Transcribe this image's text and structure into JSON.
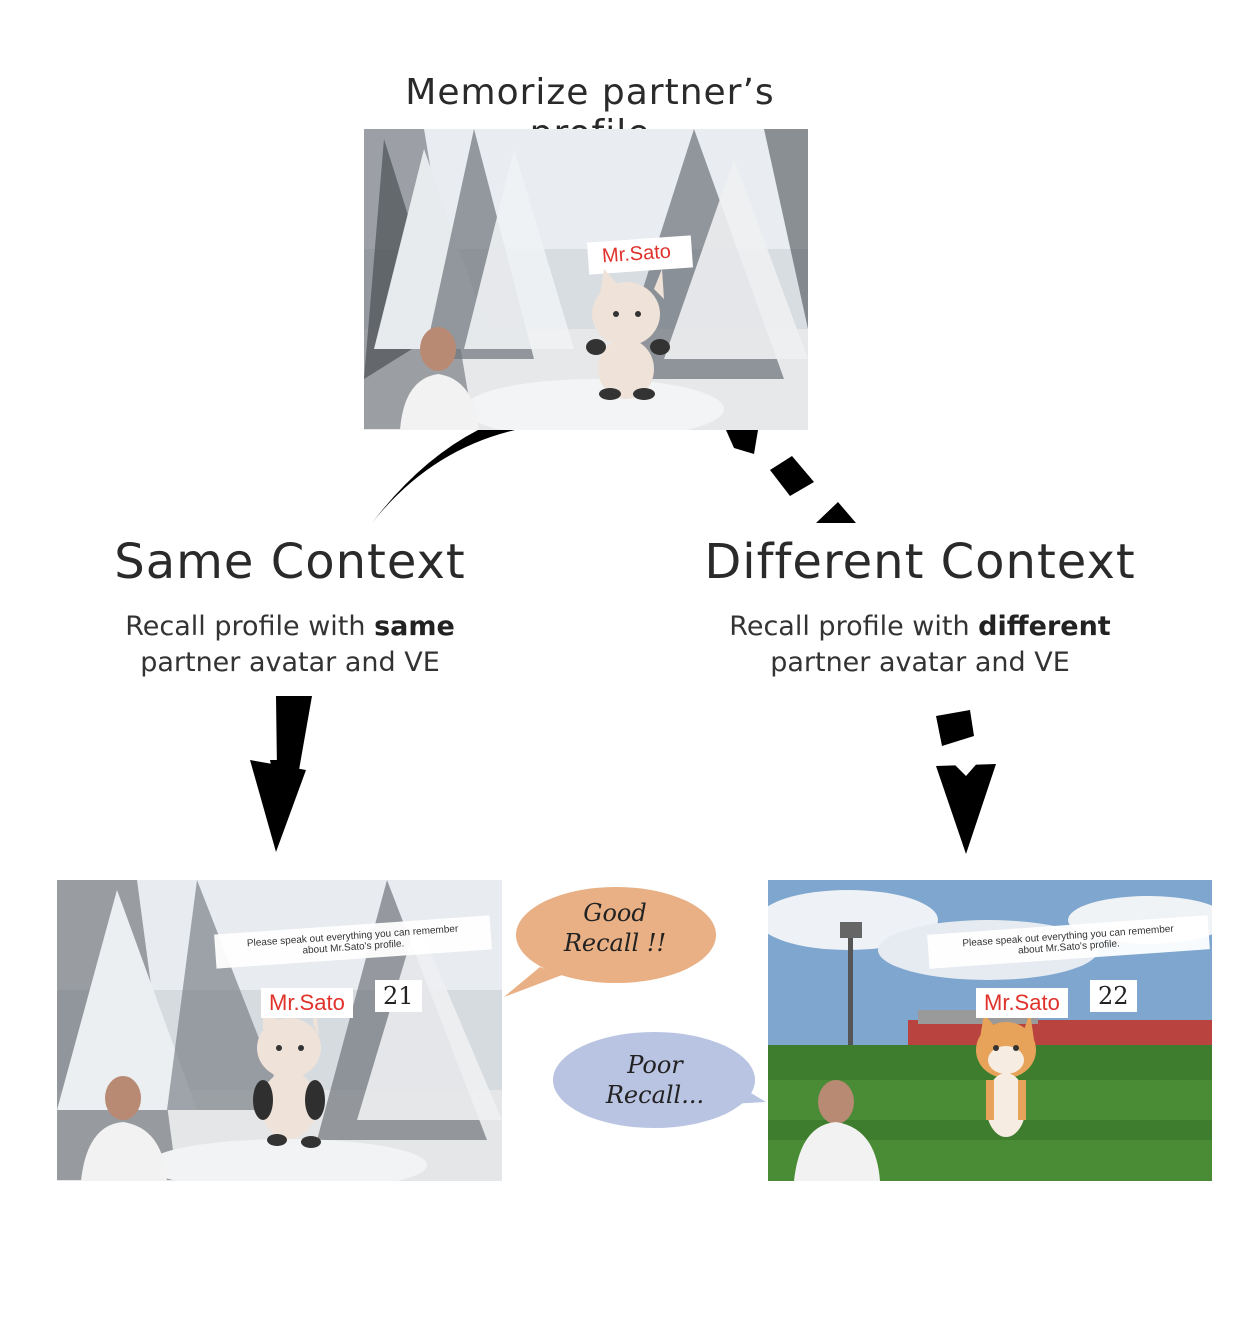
{
  "title": "Memorize partner’s profile",
  "same": {
    "heading": "Same Context",
    "desc_pre": "Recall profile with ",
    "desc_bold": "same",
    "desc_line2": "partner avatar and VE"
  },
  "different": {
    "heading": "Different Context",
    "desc_pre": "Recall profile with ",
    "desc_bold": "different",
    "desc_line2": "partner avatar and VE"
  },
  "top_scene": {
    "name_tag": "Mr.Sato"
  },
  "left_scene": {
    "prompt_line1": "Please speak out everything you can remember",
    "prompt_line2": "about Mr.Sato's profile.",
    "name_tag": "Mr.Sato",
    "counter": "21"
  },
  "right_scene": {
    "prompt_line1": "Please speak out everything you can remember",
    "prompt_line2": "about Mr.Sato's profile.",
    "name_tag": "Mr.Sato",
    "counter": "22"
  },
  "good_bubble": {
    "line1": "Good",
    "line2": "Recall !!",
    "color": "#e8b084"
  },
  "poor_bubble": {
    "line1": "Poor",
    "line2": "Recall...",
    "color": "#b9c3e2"
  }
}
